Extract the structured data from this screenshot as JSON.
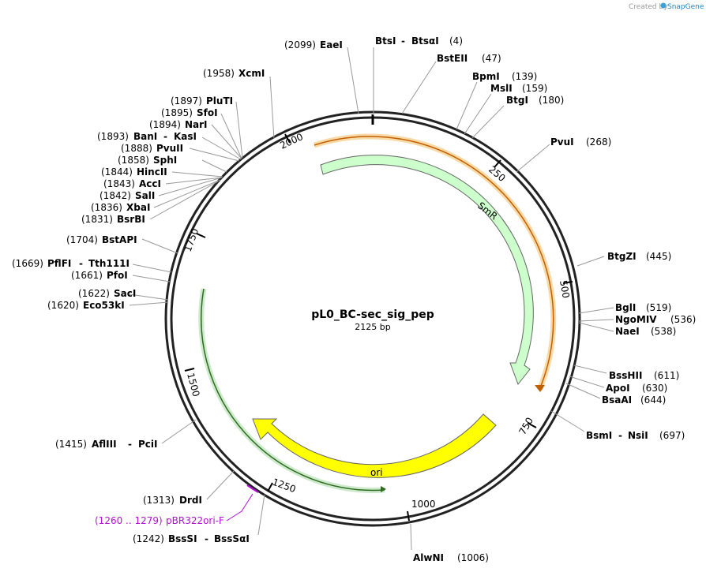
{
  "header": {
    "credit_prefix": "Created by",
    "credit_brand": "SnapGene"
  },
  "plasmid": {
    "name": "pL0_BC-sec_sig_pep",
    "size_label": "2125 bp"
  },
  "tick_labels": [
    "250",
    "500",
    "750",
    "1000",
    "1250",
    "1500",
    "1750",
    "2000"
  ],
  "features": [
    {
      "name": "SmR",
      "color": "#ccffcc"
    },
    {
      "name": "ori",
      "color": "#ffff00"
    }
  ],
  "primer": {
    "range": "(1260 .. 1279)",
    "name": "pBR322ori-F",
    "color": "#b30fd6"
  },
  "enzymes_right": [
    {
      "name": "BtsI",
      "name2": "BtsαI",
      "pos": "(4)"
    },
    {
      "name": "BstEII",
      "pos": "(47)"
    },
    {
      "name": "BpmI",
      "pos": "(139)"
    },
    {
      "name": "MslI",
      "pos": "(159)"
    },
    {
      "name": "BtgI",
      "pos": "(180)"
    },
    {
      "name": "PvuI",
      "pos": "(268)"
    },
    {
      "name": "BtgZI",
      "pos": "(445)"
    },
    {
      "name": "BglI",
      "pos": "(519)"
    },
    {
      "name": "NgoMIV",
      "pos": "(536)"
    },
    {
      "name": "NaeI",
      "pos": "(538)"
    },
    {
      "name": "BssHII",
      "pos": "(611)"
    },
    {
      "name": "ApoI",
      "pos": "(630)"
    },
    {
      "name": "BsaAI",
      "pos": "(644)"
    },
    {
      "name": "BsmI",
      "name2": "NsiI",
      "pos": "(697)"
    },
    {
      "name": "AlwNI",
      "pos": "(1006)"
    }
  ],
  "enzymes_left": [
    {
      "name": "EaeI",
      "pos": "(2099)"
    },
    {
      "name": "XcmI",
      "pos": "(1958)"
    },
    {
      "name": "PluTI",
      "pos": "(1897)"
    },
    {
      "name": "SfoI",
      "pos": "(1895)"
    },
    {
      "name": "NarI",
      "pos": "(1894)"
    },
    {
      "name": "BanI",
      "name2": "KasI",
      "pos": "(1893)"
    },
    {
      "name": "PvuII",
      "pos": "(1888)"
    },
    {
      "name": "SphI",
      "pos": "(1858)"
    },
    {
      "name": "HincII",
      "pos": "(1844)"
    },
    {
      "name": "AccI",
      "pos": "(1843)"
    },
    {
      "name": "SalI",
      "pos": "(1842)"
    },
    {
      "name": "XbaI",
      "pos": "(1836)"
    },
    {
      "name": "BsrBI",
      "pos": "(1831)"
    },
    {
      "name": "BstAPI",
      "pos": "(1704)"
    },
    {
      "name": "PflFI",
      "name2": "Tth111I",
      "pos": "(1669)"
    },
    {
      "name": "PfoI",
      "pos": "(1661)"
    },
    {
      "name": "SacI",
      "pos": "(1622)"
    },
    {
      "name": "Eco53kI",
      "pos": "(1620)"
    },
    {
      "name": "AflIII",
      "name2": "PciI",
      "pos": "(1415)"
    },
    {
      "name": "DrdI",
      "pos": "(1313)"
    },
    {
      "name": "BssSI",
      "name2": "BssSαI",
      "pos": "(1242)"
    }
  ]
}
